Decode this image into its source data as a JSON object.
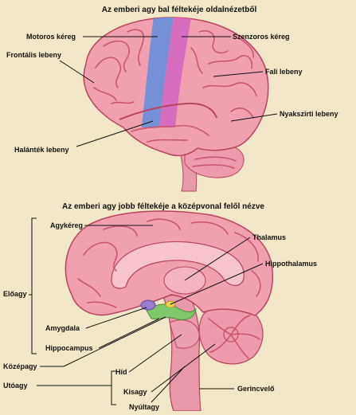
{
  "lateral_view": {
    "title": "Az emberi agy bal féltekéje oldalnézetből",
    "labels": {
      "motor_cortex": "Motoros kéreg",
      "sensory_cortex": "Szenzoros kéreg",
      "frontal_lobe": "Frontális lebeny",
      "parietal_lobe": "Fali lebeny",
      "occipital_lobe": "Nyakszirti lebeny",
      "temporal_lobe": "Halánték lebeny"
    }
  },
  "medial_view": {
    "title": "Az emberi agy jobb féltekéje a középvonal felől nézve",
    "labels": {
      "cortex": "Agykéreg",
      "thalamus": "Thalamus",
      "hypothalamus": "Hippothalamus",
      "amygdala": "Amygdala",
      "hippocampus": "Hippocampus",
      "pons": "Híd",
      "cerebellum": "Kisagy",
      "medulla": "Nyúltagy",
      "spinal_cord": "Gerincvelő"
    },
    "groups": {
      "forebrain": "Előagy",
      "midbrain": "Középagy",
      "hindbrain": "Utóagy"
    }
  },
  "colors": {
    "background": "#f3e7c9",
    "brain": "#f1a0b0",
    "brain_outline": "#b84560",
    "motor_strip": "#6d8fd8",
    "sensory_strip": "#d56ac0",
    "limbic_green": "#7ec86a",
    "amygdala_purple": "#9a7cd0"
  }
}
